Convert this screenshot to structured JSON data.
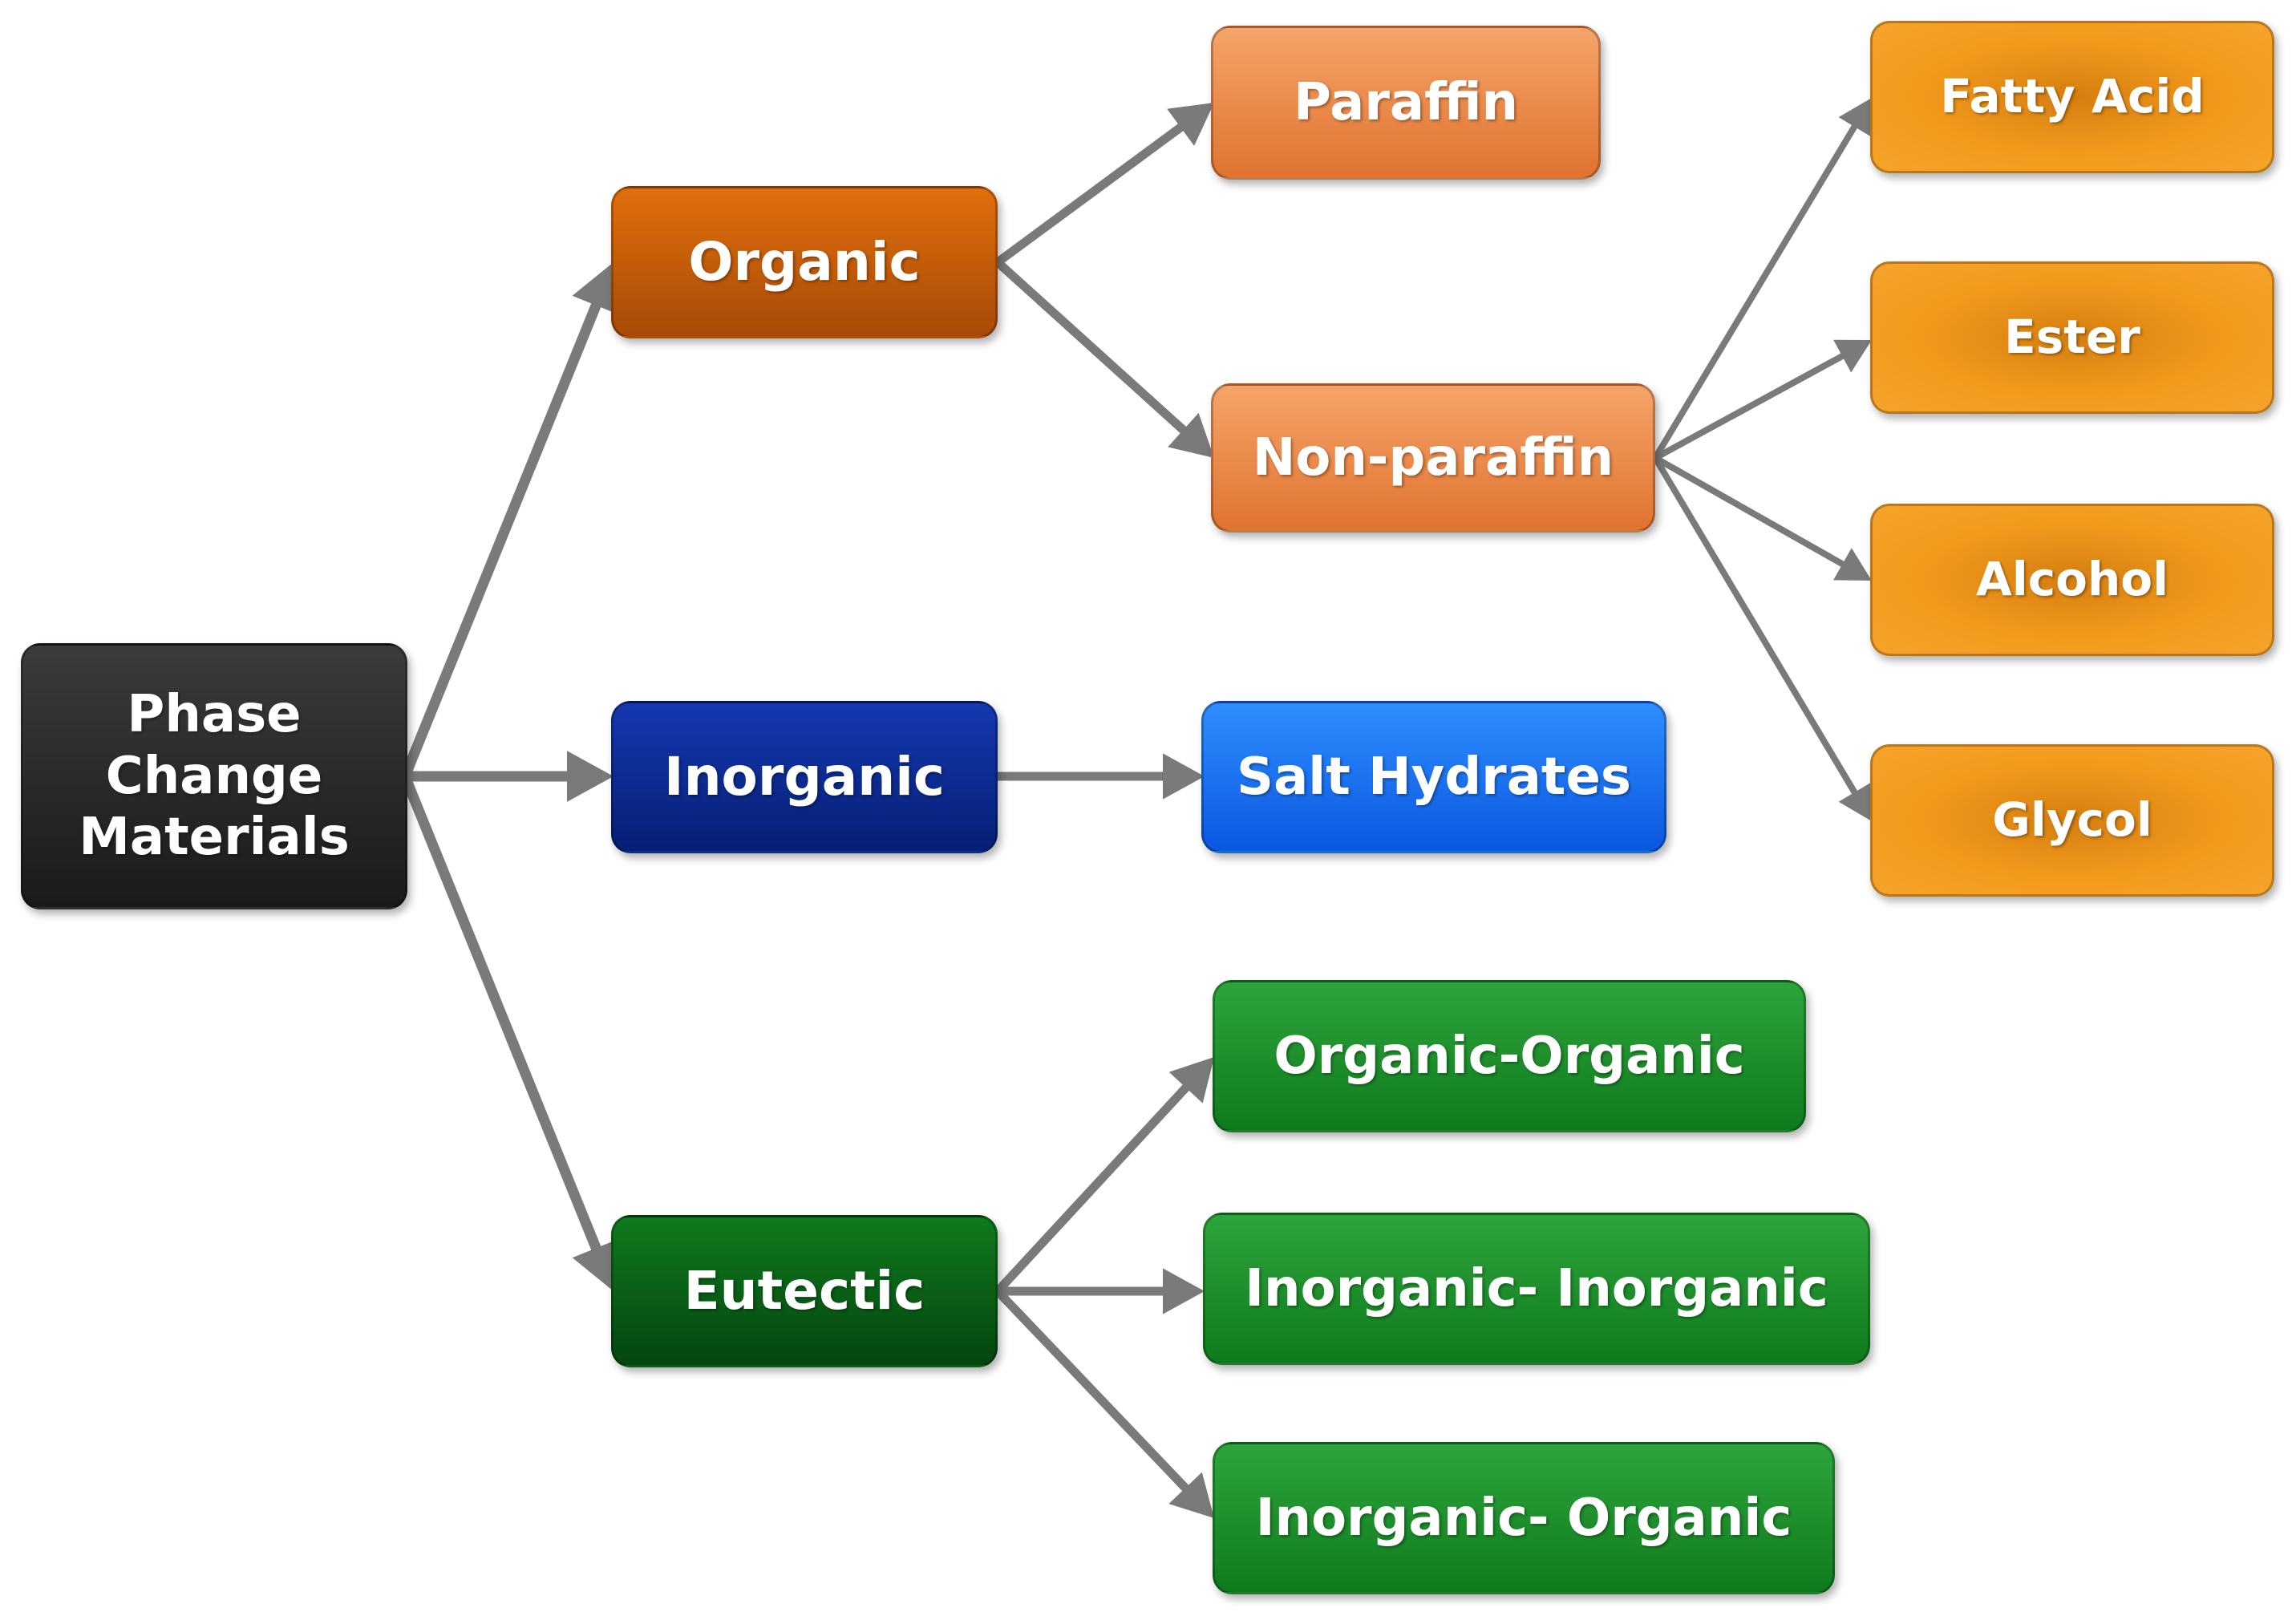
{
  "diagram": {
    "root": {
      "lines": [
        "Phase",
        "Change",
        "Materials"
      ],
      "color": "#2a2a2a"
    },
    "categories": {
      "organic": {
        "label": "Organic",
        "color": "#c85d0a"
      },
      "inorganic": {
        "label": "Inorganic",
        "color": "#0c2d95"
      },
      "eutectic": {
        "label": "Eutectic",
        "color": "#0a5e16"
      }
    },
    "subcategories": {
      "paraffin": {
        "label": "Paraffin",
        "color": "#ee8a4a"
      },
      "non_paraffin": {
        "label": "Non-paraffin",
        "color": "#ee8a4a"
      },
      "salt_hydrates": {
        "label": "Salt Hydrates",
        "color": "#1a73f5"
      }
    },
    "non_paraffin_types": [
      {
        "label": "Fatty Acid"
      },
      {
        "label": "Ester"
      },
      {
        "label": "Alcohol"
      },
      {
        "label": "Glycol"
      }
    ],
    "eutectic_types": [
      {
        "label": "Organic-Organic"
      },
      {
        "label": "Inorganic- Inorganic"
      },
      {
        "label": "Inorganic- Organic"
      }
    ],
    "leaf_orange_color": "#f39a1c",
    "leaf_green_color": "#1e9a2e",
    "arrow_color": "#7a7a7a"
  }
}
